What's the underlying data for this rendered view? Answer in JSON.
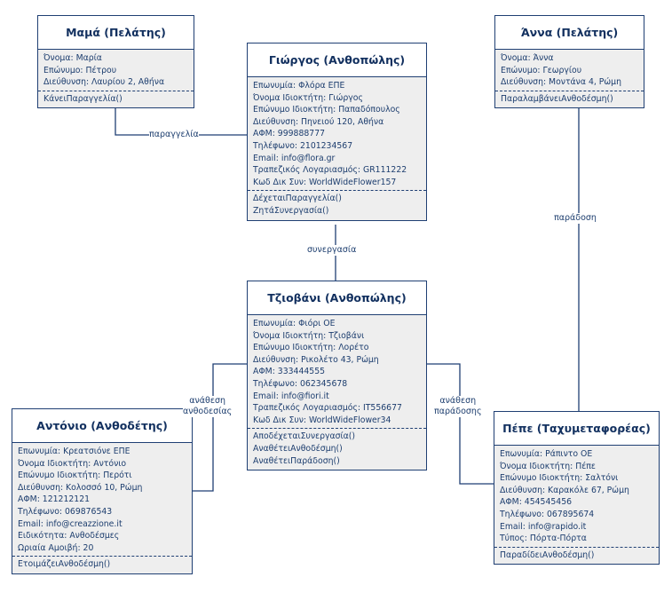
{
  "colors": {
    "border": "#1f3f73",
    "line": "#1f3f73",
    "fill": "#eeeeee",
    "text": "#1c3d6e"
  },
  "boxes": {
    "mama": {
      "title": "Μαμά (Πελάτης)",
      "attrs": [
        "Όνομα: Μαρία",
        "Επώνυμο: Πέτρου",
        "Διεύθυνση: Λαυρίου 2, Αθήνα"
      ],
      "ops": [
        "ΚάνειΠαραγγελία()"
      ]
    },
    "giorgos": {
      "title": "Γιώργος (Ανθοπώλης)",
      "attrs": [
        "Επωνυμία: Φλόρα ΕΠΕ",
        "Όνομα Ιδιοκτήτη: Γιώργος",
        "Επώνυμο Ιδιοκτήτη: Παπαδόπουλος",
        "Διεύθυνση: Πηνειού 120, Αθήνα",
        "ΑΦΜ: 999888777",
        "Τηλέφωνο: 2101234567",
        "Email: info@flora.gr",
        "Τραπεζικός Λογαριασμός: GR111222",
        "Κωδ Δικ Συν: WorldWideFlower157"
      ],
      "ops": [
        "ΔέχεταιΠαραγγελία()",
        "ΖητάΣυνεργασία()"
      ]
    },
    "anna": {
      "title": "Άννα (Πελάτης)",
      "attrs": [
        "Όνομα: Άννα",
        "Επώνυμο: Γεωργίου",
        "Διεύθυνση: Μοντάνα 4, Ρώμη"
      ],
      "ops": [
        "ΠαραλαμβάνειΑνθοδέσμη()"
      ]
    },
    "giovanni": {
      "title": "Τζιοβάνι (Ανθοπώλης)",
      "attrs": [
        "Επωνυμία: Φιόρι ΟΕ",
        "Όνομα Ιδιοκτήτη: Τζιοβάνι",
        "Επώνυμο Ιδιοκτήτη: Λορέτο",
        "Διεύθυνση: Ρικολέτο 43, Ρώμη",
        "ΑΦΜ: 333444555",
        "Τηλέφωνο: 062345678",
        "Email: info@fiori.it",
        "Τραπεζικός Λογαριασμός: IT556677",
        "Κωδ Δικ Συν: WorldWideFlower34"
      ],
      "ops": [
        "ΑποδέχεταιΣυνεργασία()",
        "ΑναθέτειΑνθοδέσμη()",
        "ΑναθέτειΠαράδοση()"
      ]
    },
    "antonio": {
      "title": "Αντόνιο (Ανθοδέτης)",
      "attrs": [
        "Επωνυμία: Κρεατσιόνε ΕΠΕ",
        "Όνομα Ιδιοκτήτη: Αντόνιο",
        "Επώνυμο Ιδιοκτήτη: Περότι",
        "Διεύθυνση: Κολοσσό 10, Ρώμη",
        "ΑΦΜ: 121212121",
        "Τηλέφωνο: 069876543",
        "Email: info@creazzione.it",
        "Ειδικότητα: Ανθοδέσμες",
        "Ωριαία Αμοιβή: 20"
      ],
      "ops": [
        "ΕτοιμάζειΑνθοδέσμη()"
      ]
    },
    "pepe": {
      "title": "Πέπε (Ταχυμεταφορέας)",
      "attrs": [
        "Επωνυμία: Ράπιντο ΟΕ",
        "Όνομα Ιδιοκτήτη: Πέπε",
        "Επώνυμο Ιδιοκτήτη: Σαλτόνι",
        "Διεύθυνση: Καρακόλε 67, Ρώμη",
        "ΑΦΜ: 454545456",
        "Τηλέφωνο: 067895674",
        "Email: info@rapido.it",
        "Τύπος: Πόρτα-Πόρτα"
      ],
      "ops": [
        "ΠαραδίδειΑνθοδέσμη()"
      ]
    }
  },
  "labels": {
    "order": "παραγγελία",
    "collaboration": "συνεργασία",
    "delivery": "παράδοση",
    "assign_bouquet": "ανάθεση\nανθοδεσίας",
    "assign_delivery": "ανάθεση\nπαράδοσης"
  }
}
